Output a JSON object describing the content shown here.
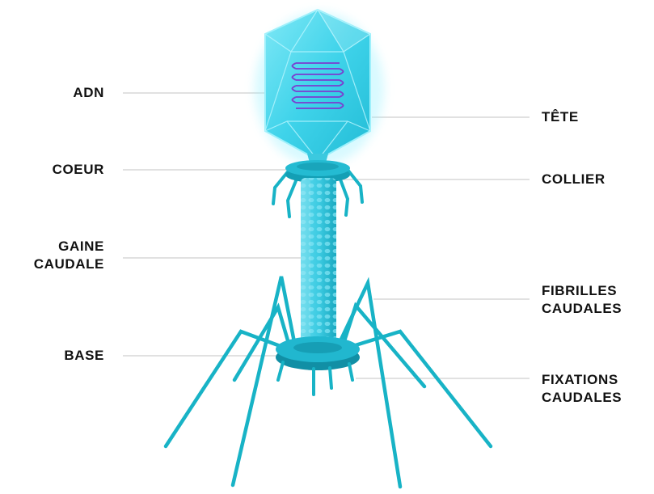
{
  "colors": {
    "accent": "#18b3c6",
    "head_fill": "#4fdcf0",
    "dna": "#7a3fd0",
    "leader_line": "#cfcfcf",
    "text": "#111111"
  },
  "labels_left": {
    "adn": [
      "ADN"
    ],
    "coeur": [
      "COEUR"
    ],
    "gaine": [
      "GAINE",
      "CAUDALE"
    ],
    "base": [
      "BASE"
    ]
  },
  "labels_right": {
    "tete": [
      "TÊTE"
    ],
    "collier": [
      "COLLIER"
    ],
    "fibrilles": [
      "FIBRILLES",
      "CAUDALES"
    ],
    "fixations": [
      "FIXATIONS",
      "CAUDALES"
    ]
  }
}
